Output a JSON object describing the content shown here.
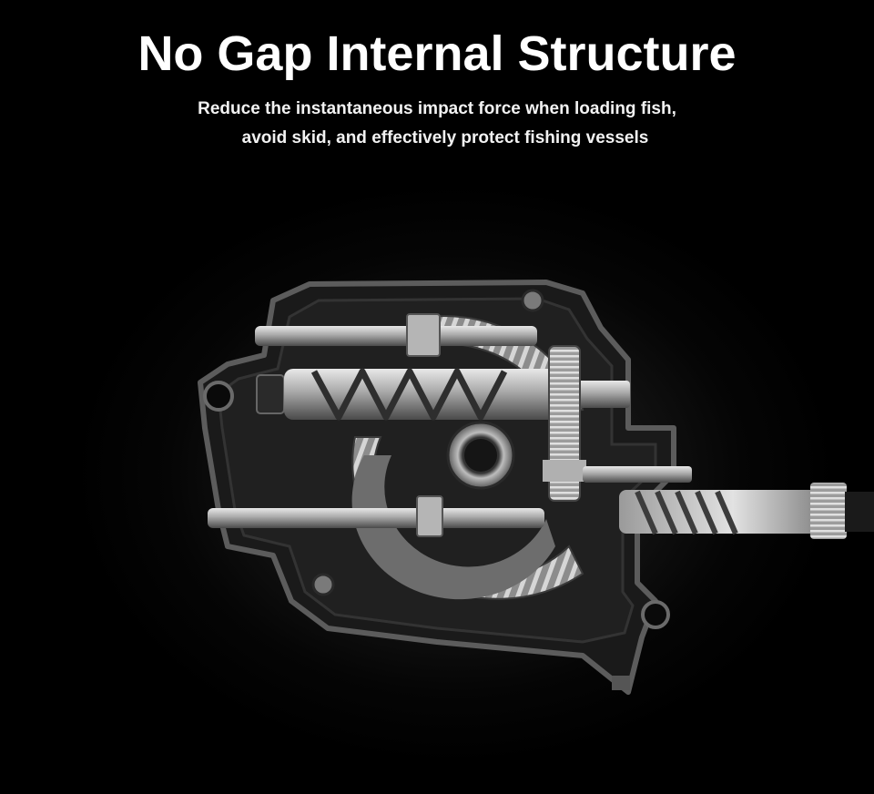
{
  "headline": "No Gap Internal Structure",
  "subheadline": {
    "line1": "Reduce the instantaneous impact force when loading fish,",
    "line2": "avoid skid, and effectively protect fishing vessels"
  },
  "colors": {
    "background": "#000000",
    "text": "#ffffff",
    "metal_light": "#c8c8c8",
    "metal_dark": "#3a3a3a"
  }
}
